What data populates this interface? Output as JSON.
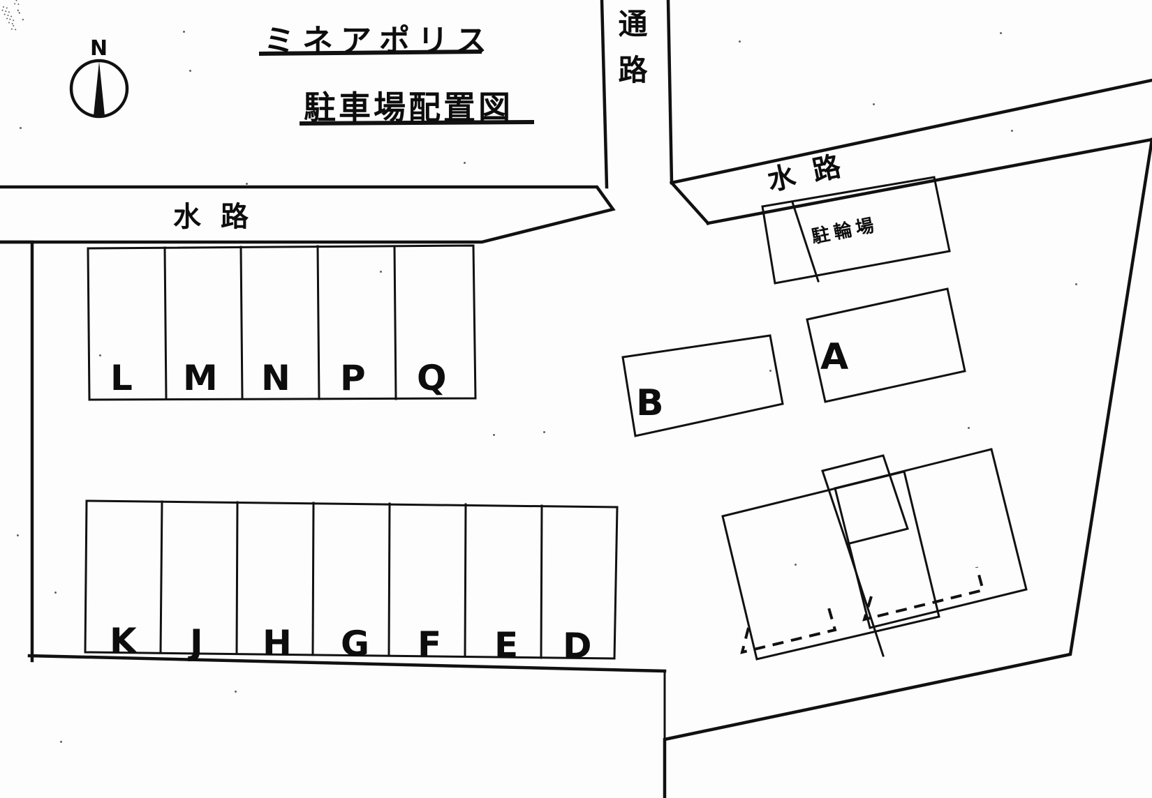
{
  "document": {
    "kind": "hand-drawn-site-plan",
    "title_line_1": "ミネアポリス",
    "title_line_2": "駐車場配置図",
    "background_color": "#fdfdfd",
    "ink_color": "#111111"
  },
  "compass": {
    "label": "N",
    "icon": "compass-north-needle"
  },
  "map_labels": {
    "passage_vertical": "通路",
    "waterway_left": "水路",
    "waterway_right": "水路",
    "bicycle_parking": "駐輪場"
  },
  "parking": {
    "upper_row": {
      "name": "upper-parking-row",
      "stalls": [
        "L",
        "M",
        "N",
        "P",
        "Q"
      ]
    },
    "lower_row": {
      "name": "lower-parking-row",
      "stalls": [
        "K",
        "J",
        "H",
        "G",
        "F",
        "E",
        "D"
      ]
    },
    "east_blocks": [
      {
        "label": "B",
        "name": "parking-block-b"
      },
      {
        "label": "A",
        "name": "parking-block-a"
      }
    ]
  },
  "buildings": {
    "count": 2,
    "note": "two rotated apartment blocks with central stair core and dashed eaves"
  }
}
